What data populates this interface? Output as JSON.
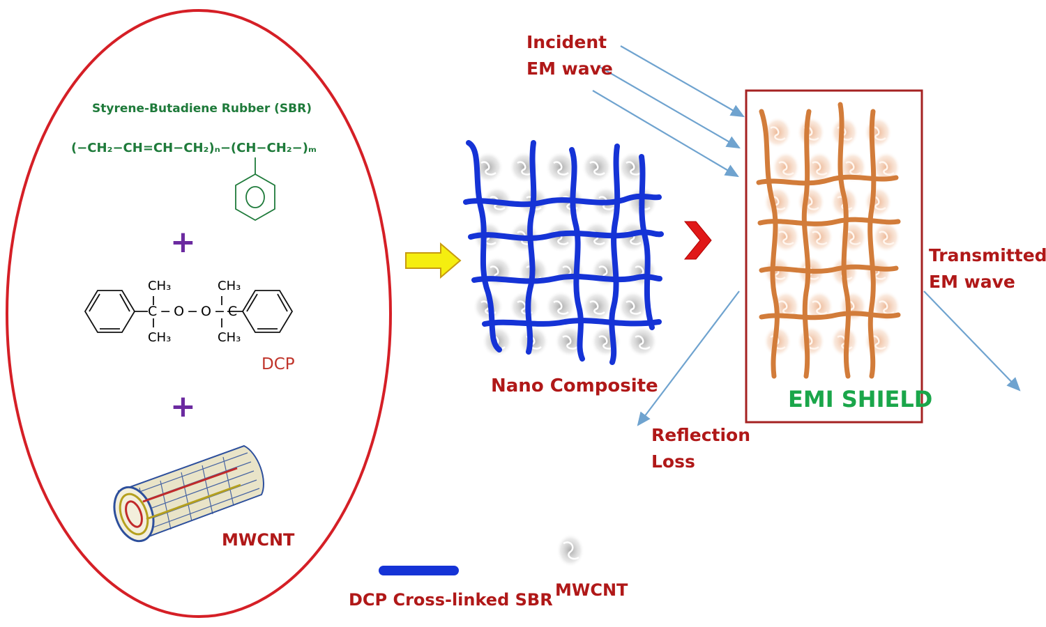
{
  "sbr": {
    "title": "Styrene-Butadiene Rubber (SBR)",
    "formula": "(−CH₂−CH=CH−CH₂)ₙ−(CH−CH₂−)ₘ"
  },
  "plus": "+",
  "dcp": {
    "label": "DCP",
    "ch3": "CH₃",
    "chain": "C−O−O−C"
  },
  "mwcnt_label": "MWCNT",
  "nano_composite_label": "Nano Composite",
  "incident_wave_label": [
    "Incident",
    "EM wave"
  ],
  "transmitted_wave_label": [
    "Transmitted",
    "EM wave"
  ],
  "reflection_loss_label": [
    "Reflection",
    "Loss"
  ],
  "emi_shield_label": "EMI SHIELD",
  "legend": {
    "sbr_label": "DCP Cross-linked SBR",
    "mwcnt_label": "MWCNT"
  },
  "colors": {
    "ellipse": "#d51f26",
    "sbr_text": "#1e7a3a",
    "network_blue": "#1533d6",
    "network_orange": "#d27c3a",
    "arrow_yellow": "#f5ee10",
    "arrow_red": "#e01818",
    "wave_arrow": "#6fa3cf",
    "shield_box": "#a52222",
    "label_red": "#b01818",
    "emi_green": "#1aa64a"
  }
}
